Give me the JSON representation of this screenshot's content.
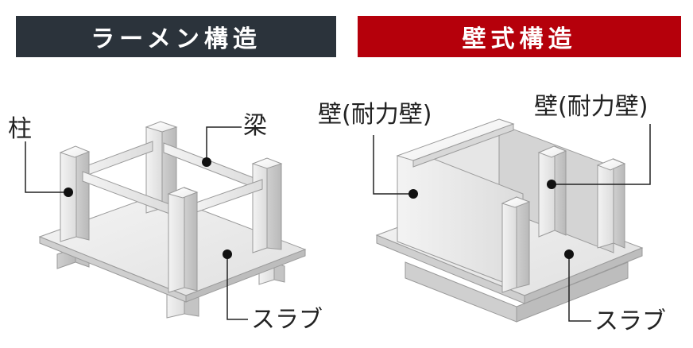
{
  "headers": {
    "left_title": "ラーメン構造",
    "right_title": "壁式構造"
  },
  "colors": {
    "left_banner": "#2b333b",
    "right_banner": "#b5000b"
  },
  "left_labels": {
    "column": "柱",
    "beam": "梁",
    "slab": "スラブ"
  },
  "right_labels": {
    "wall_left": "壁(耐力壁)",
    "wall_right": "壁(耐力壁)",
    "slab": "スラブ"
  }
}
